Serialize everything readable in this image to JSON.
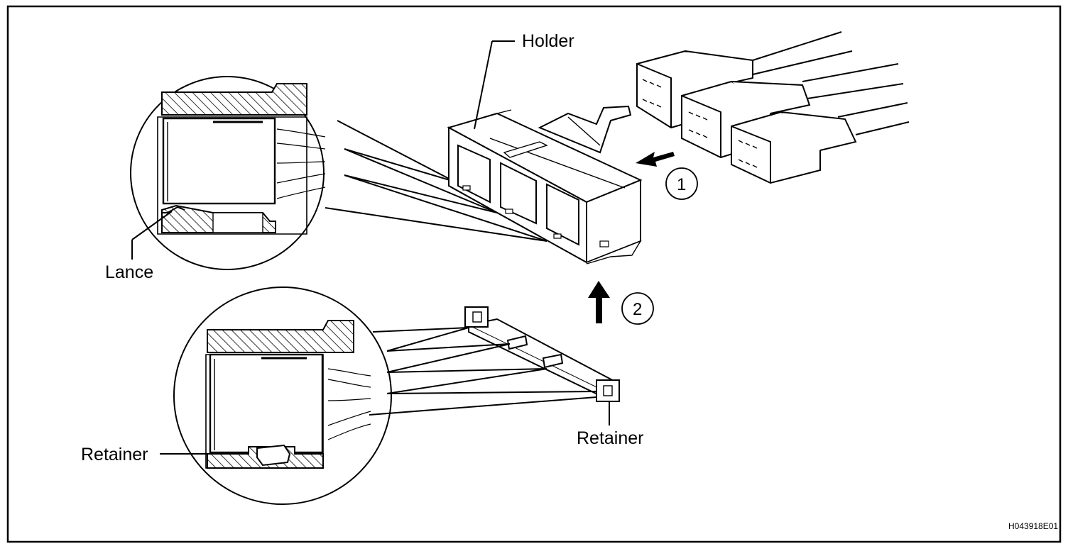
{
  "labels": {
    "holder": "Holder",
    "lance": "Lance",
    "retainer_part": "Retainer",
    "retainer_detail": "Retainer",
    "step1": "1",
    "step2": "2",
    "figure_code": "H043918E01"
  },
  "colors": {
    "ink": "#000000",
    "paper": "#ffffff"
  }
}
